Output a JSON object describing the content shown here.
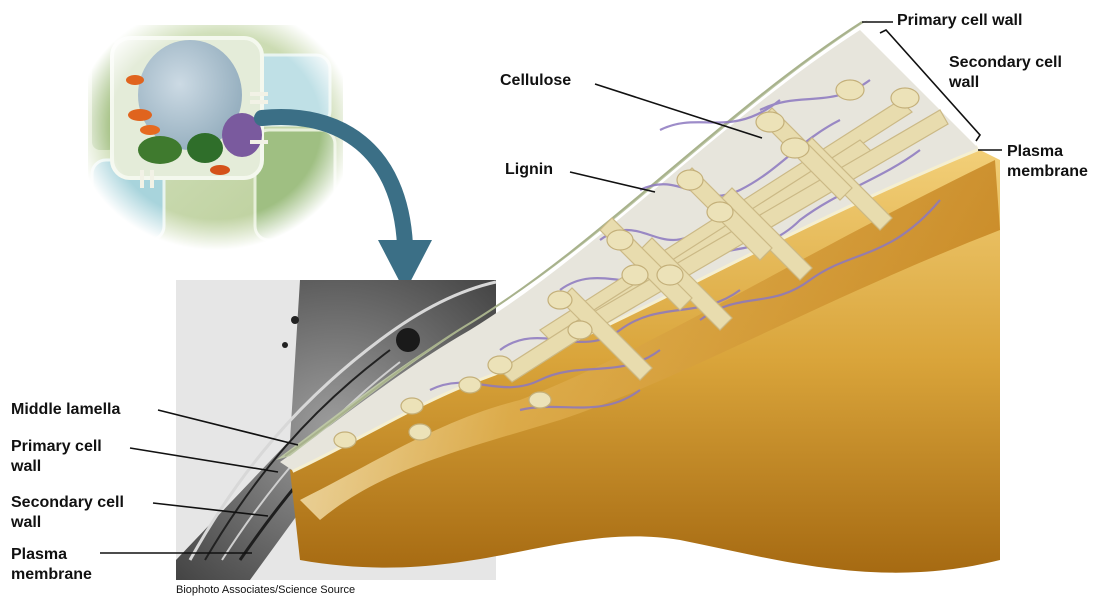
{
  "labels": {
    "primary_cell_wall_top": "Primary cell wall",
    "secondary_cell_wall_right": "Secondary cell\nwall",
    "plasma_membrane_right": "Plasma\nmembrane",
    "cellulose": "Cellulose",
    "lignin": "Lignin",
    "middle_lamella": "Middle lamella",
    "primary_cell_wall_left": "Primary cell\nwall",
    "secondary_cell_wall_left": "Secondary cell\nwall",
    "plasma_membrane_left": "Plasma\nmembrane"
  },
  "credit": "Biophoto Associates/Science Source",
  "colors": {
    "primary_wall": "#bcc6a4",
    "secondary_wall": "#e7e5dc",
    "lignin": "#8c78c0",
    "cellulose": "#e8dcae",
    "cytoplasm": "#d9a437",
    "arrow": "#3b6f86"
  }
}
